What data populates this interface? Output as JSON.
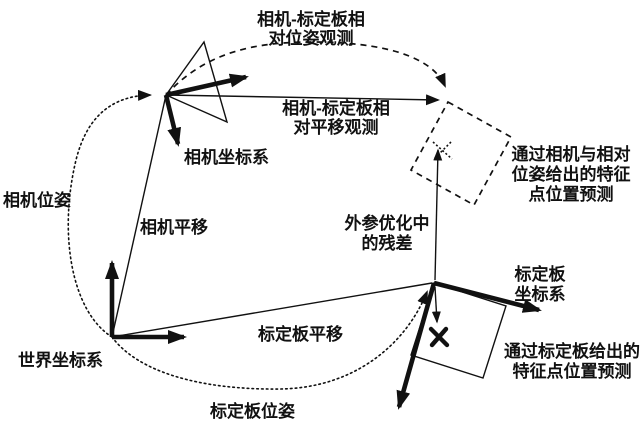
{
  "figure": {
    "title_hint": "camera-board extrinsic calibration diagram",
    "ink_color": "#111111",
    "background_color": "#ffffff",
    "labels": {
      "relative_pose_obs": {
        "line1": "相机-标定板相",
        "line2": "对位姿观测"
      },
      "relative_translation_obs": {
        "line1": "相机-标定板相",
        "line2": "对平移观测"
      },
      "camera_frame": "相机坐标系",
      "camera_pose": "相机位姿",
      "camera_translation": "相机平移",
      "world_frame": "世界坐标系",
      "board_translation": "标定板平移",
      "board_pose": "标定板位姿",
      "residual": {
        "line1": "外参优化中",
        "line2": "的残差"
      },
      "board_frame": {
        "line1": "标定板",
        "line2": "坐标系"
      },
      "camera_prediction": {
        "line1": "通过相机与相对",
        "line2": "位姿给出的特征",
        "line3": "点位置预测"
      },
      "board_prediction": {
        "line1": "通过标定板给出的",
        "line2": "特征点位置预测"
      }
    }
  }
}
